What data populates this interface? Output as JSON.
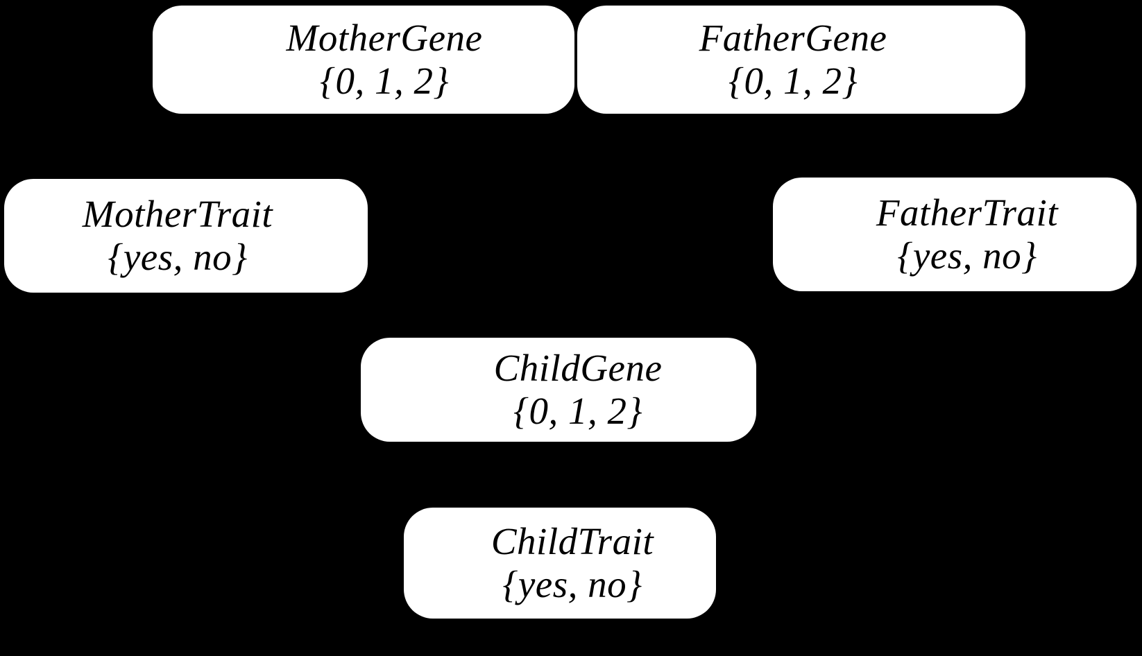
{
  "diagram": {
    "type": "bayesian-network",
    "background_color": "#000000",
    "node_fill_color": "#ffffff",
    "node_text_color": "#000000",
    "nodes": [
      {
        "id": "mother-gene",
        "title": "MotherGene",
        "domain": "{0, 1, 2}"
      },
      {
        "id": "father-gene",
        "title": "FatherGene",
        "domain": "{0, 1, 2}"
      },
      {
        "id": "mother-trait",
        "title": "MotherTrait",
        "domain": "{yes, no}"
      },
      {
        "id": "father-trait",
        "title": "FatherTrait",
        "domain": "{yes, no}"
      },
      {
        "id": "child-gene",
        "title": "ChildGene",
        "domain": "{0, 1, 2}"
      },
      {
        "id": "child-trait",
        "title": "ChildTrait",
        "domain": "{yes, no}"
      }
    ]
  }
}
